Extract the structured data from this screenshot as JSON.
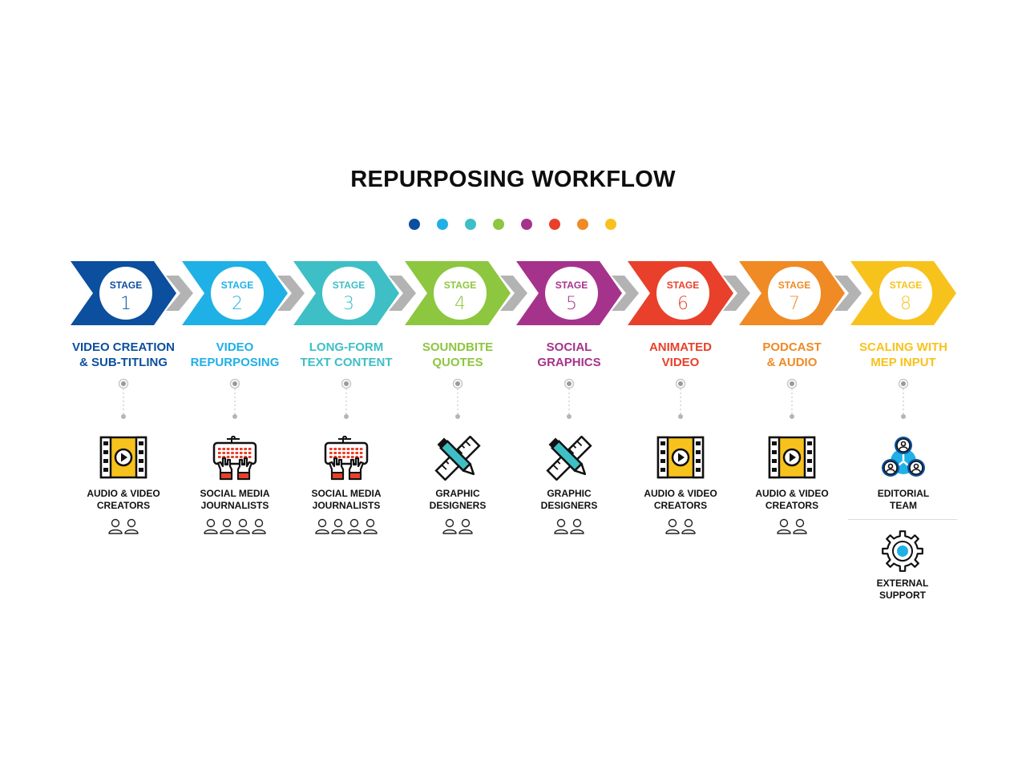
{
  "title": "REPURPOSING WORKFLOW",
  "dot_colors": [
    "#0b4f9e",
    "#1fb0e6",
    "#3dbfc5",
    "#8dc63f",
    "#a6338b",
    "#e8402a",
    "#f08a24",
    "#f8c21d"
  ],
  "stages": [
    {
      "stage_word": "STAGE",
      "number": "1",
      "color": "#0b4f9e",
      "label": [
        "VIDEO CREATION",
        "& SUB-TITLING"
      ],
      "icon": "film-icon",
      "role": [
        "AUDIO & VIDEO",
        "CREATORS"
      ],
      "people": 2
    },
    {
      "stage_word": "STAGE",
      "number": "2",
      "color": "#1fb0e6",
      "label": [
        "VIDEO",
        "REPURPOSING"
      ],
      "icon": "keyboard-hands-icon",
      "role": [
        "SOCIAL MEDIA",
        "JOURNALISTS"
      ],
      "people": 4
    },
    {
      "stage_word": "STAGE",
      "number": "3",
      "color": "#3dbfc5",
      "label": [
        "LONG-FORM",
        "TEXT CONTENT"
      ],
      "icon": "keyboard-hands-icon",
      "role": [
        "SOCIAL MEDIA",
        "JOURNALISTS"
      ],
      "people": 4
    },
    {
      "stage_word": "STAGE",
      "number": "4",
      "color": "#8dc63f",
      "label": [
        "SOUNDBITE",
        "QUOTES"
      ],
      "icon": "pencil-ruler-icon",
      "role": [
        "GRAPHIC",
        "DESIGNERS"
      ],
      "people": 2
    },
    {
      "stage_word": "STAGE",
      "number": "5",
      "color": "#a6338b",
      "label": [
        "SOCIAL",
        "GRAPHICS"
      ],
      "icon": "pencil-ruler-icon",
      "role": [
        "GRAPHIC",
        "DESIGNERS"
      ],
      "people": 2
    },
    {
      "stage_word": "STAGE",
      "number": "6",
      "color": "#e8402a",
      "label": [
        "ANIMATED",
        "VIDEO"
      ],
      "icon": "film-icon",
      "role": [
        "AUDIO & VIDEO",
        "CREATORS"
      ],
      "people": 2
    },
    {
      "stage_word": "STAGE",
      "number": "7",
      "color": "#f08a24",
      "label": [
        "PODCAST",
        "& AUDIO"
      ],
      "icon": "film-icon",
      "role": [
        "AUDIO & VIDEO",
        "CREATORS"
      ],
      "people": 2
    },
    {
      "stage_word": "STAGE",
      "number": "8",
      "color": "#f8c21d",
      "label": [
        "SCALING WITH",
        "MEP INPUT"
      ],
      "icon": "team-network-icon",
      "role": [
        "EDITORIAL",
        "TEAM"
      ],
      "people": 0
    }
  ],
  "external": {
    "icon": "gear-icon",
    "label": [
      "EXTERNAL",
      "SUPPORT"
    ]
  },
  "arrow_gray": "#b3b3b3"
}
